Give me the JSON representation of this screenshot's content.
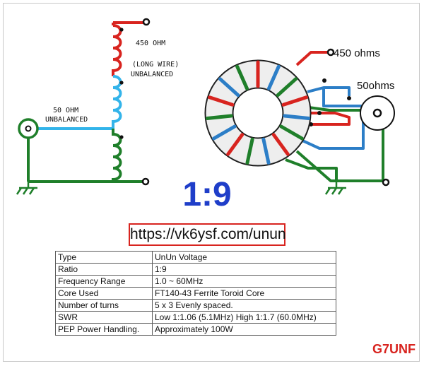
{
  "diagram": {
    "label_450": "450 OHM",
    "label_long_wire": "(LONG WIRE)",
    "label_unbalanced_hi": "UNBALANCED",
    "label_50": "50 OHM",
    "label_unbalanced_lo": "UNBALANCED",
    "toroid_450": "450 ohms",
    "toroid_50": "50ohms",
    "colors": {
      "primary_red": "#d8241f",
      "secondary_cyan": "#33b4ea",
      "tertiary_green": "#1f7f2a",
      "coax_blue": "#2c7ec7"
    }
  },
  "ratio": "1:9",
  "url": "https://vk6ysf.com/unun",
  "specs": [
    {
      "key": "Type",
      "value": "UnUn Voltage"
    },
    {
      "key": "Ratio",
      "value": "1:9"
    },
    {
      "key": "Frequency Range",
      "value": "1.0 ~ 60MHz"
    },
    {
      "key": "Core Used",
      "value": "FT140-43 Ferrite Toroid Core"
    },
    {
      "key": "Number of turns",
      "value": "5 x 3 Evenly spaced."
    },
    {
      "key": "SWR",
      "value": "Low 1:1.06 (5.1MHz) High 1:1.7 (60.0MHz)"
    },
    {
      "key": "PEP Power Handling.",
      "value": "Approximately 100W"
    }
  ],
  "credit": "G7UNF"
}
